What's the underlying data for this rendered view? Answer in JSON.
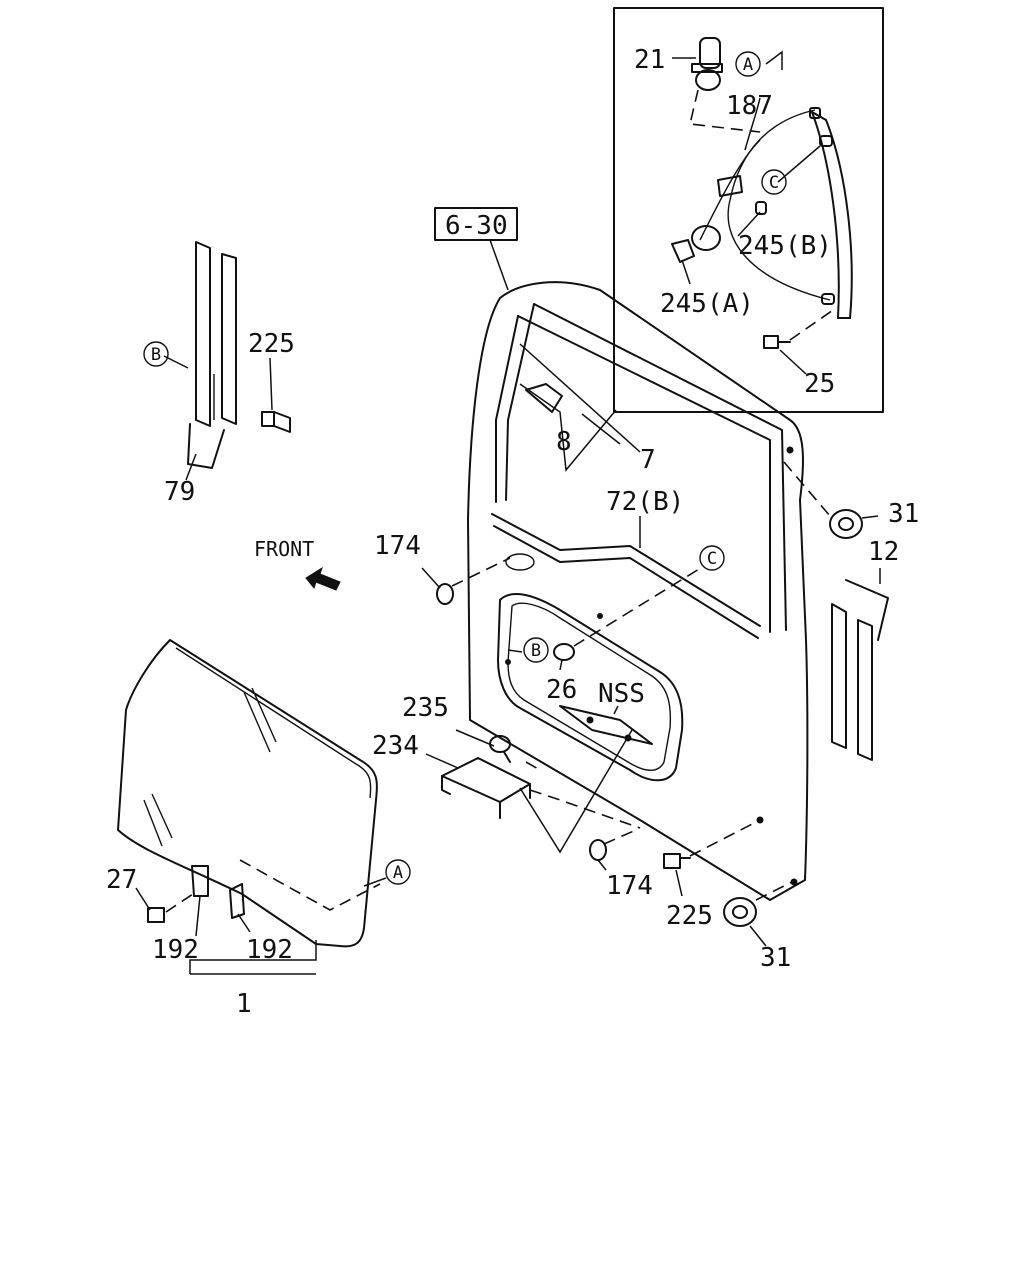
{
  "reference_box": "6-30",
  "front_label": "FRONT",
  "callouts": {
    "p21": "21",
    "p187": "187",
    "p245b": "245(B)",
    "p245a": "245(A)",
    "p25": "25",
    "p225_top": "225",
    "p79": "79",
    "p8": "8",
    "p7": "7",
    "p72b": "72(B)",
    "p31_top": "31",
    "p12": "12",
    "p174_left": "174",
    "p26": "26",
    "pnss": "NSS",
    "p235": "235",
    "p234": "234",
    "p27": "27",
    "p192_a": "192",
    "p192_b": "192",
    "p1": "1",
    "p174_bottom": "174",
    "p225_bottom": "225",
    "p31_bottom": "31"
  },
  "circled_refs": {
    "a_top": "A",
    "c_top": "C",
    "b_left": "B",
    "c_mid": "C",
    "b_mid": "B",
    "a_glass": "A"
  }
}
